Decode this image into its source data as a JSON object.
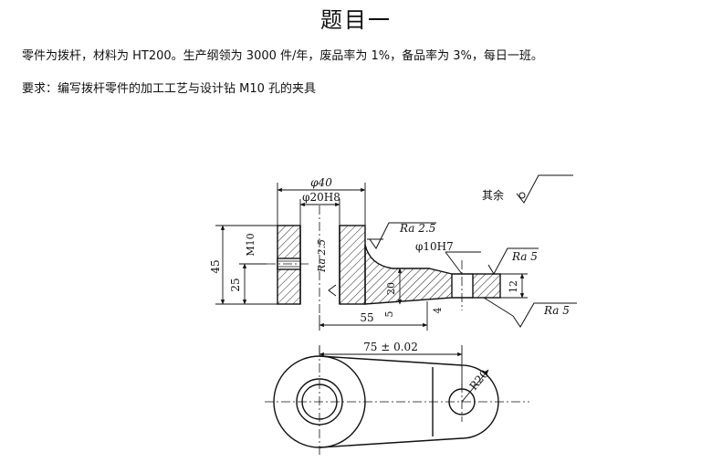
{
  "document": {
    "title": "题目一",
    "description": "零件为拨杆，材料为 HT200。生产纲领为 3000 件/年，废品率为 1%，备品率为 3%，每日一班。",
    "requirement": "要求：编写拨杆零件的加工工艺与设计钻 M10 孔的夹具"
  },
  "drawing": {
    "dims": {
      "phi40": "φ40",
      "phi20h8": "φ20H8",
      "phi10h7": "φ10H7",
      "d45": "45",
      "d25": "25",
      "m10": "M10",
      "d20": "20",
      "d5": "5",
      "d4": "4",
      "d55": "55",
      "d12": "12",
      "d75": "75 ± 0.02",
      "r20": "R20"
    },
    "roughness": {
      "ra25_top": "Ra 2.5",
      "ra25_bore": "Ra 2.5",
      "ra5_top": "Ra 5",
      "ra5_bottom": "Ra 5"
    },
    "note_rest": "其余"
  }
}
